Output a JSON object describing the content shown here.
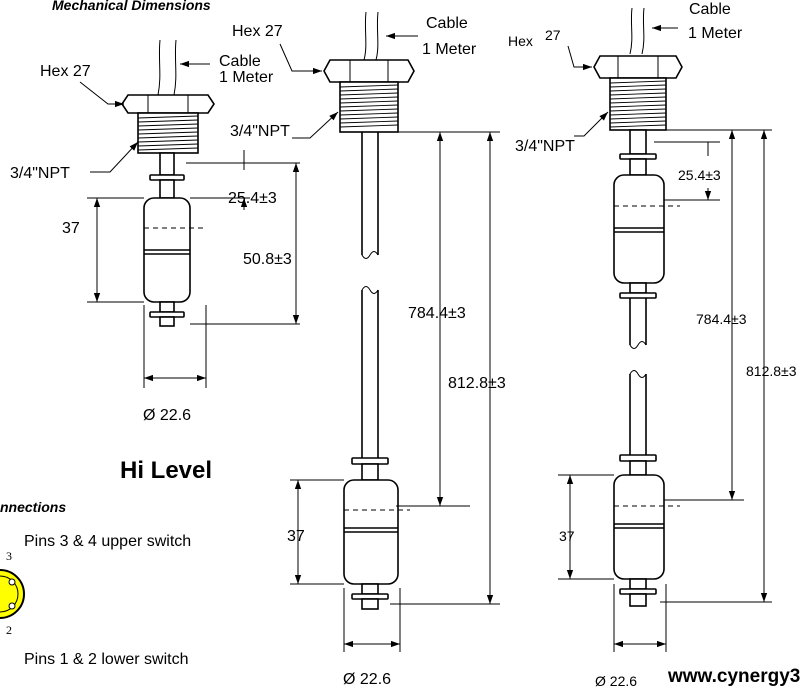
{
  "headings": {
    "mechanical": "Mechanical Dimensions",
    "connections": "nnections",
    "hi_level": "Hi Level"
  },
  "labels": {
    "hex27_a": "Hex 27",
    "npt_a": "3/4\"NPT",
    "cable_a_1": "Cable",
    "cable_a_2": "1 Meter",
    "dim_254_a": "25.4±3",
    "dim_37_a": "37",
    "dim_508": "50.8±3",
    "dia_a": "Ø 22.6",
    "hex27_b": "Hex 27",
    "cable_b_1": "Cable",
    "cable_b_2": "1 Meter",
    "npt_b": "3/4\"NPT",
    "dim_7844_b": "784.4±3",
    "dim_8128_b": "812.8±3",
    "dim_37_b": "37",
    "dia_b": "Ø 22.6",
    "cable_c_1": "Cable",
    "cable_c_2": "1 Meter",
    "hex_c": "Hex",
    "hex_c_num": "27",
    "npt_c": "3/4\"NPT",
    "dim_254_c": "25.4±3",
    "dim_7844_c": "784.4±3",
    "dim_8128_c": "812.8±3",
    "dim_37_c": "37",
    "dia_c": "Ø 22.6"
  },
  "connections": {
    "upper": "Pins 3 & 4 upper switch",
    "lower": "Pins 1 & 2 lower switch",
    "pin3": "3",
    "pin2": "2",
    "connector_color": "#ffff00"
  },
  "footer": {
    "url": "www.cynergy3"
  }
}
